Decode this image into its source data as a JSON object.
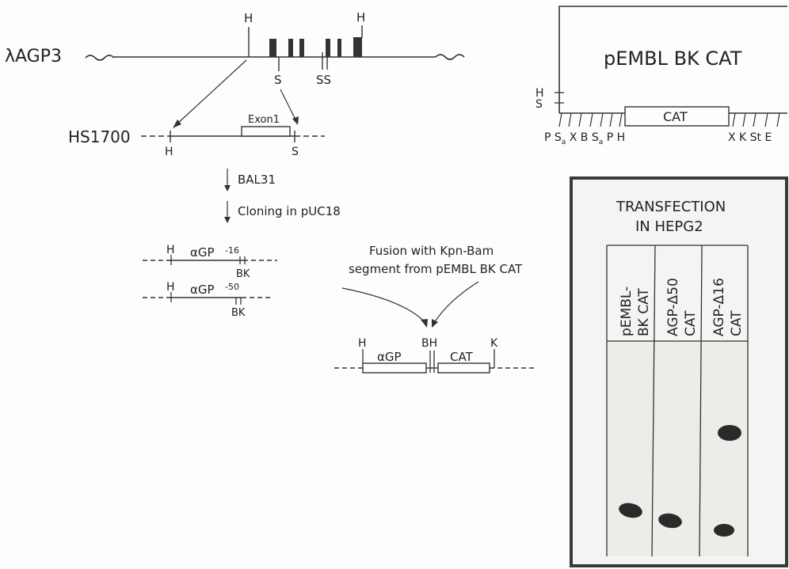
{
  "clone": {
    "name": "λAGP3",
    "site_labels": [
      "H",
      "H",
      "S",
      "SS"
    ]
  },
  "fragment": {
    "name": "HS1700",
    "exon_label": "Exon1",
    "left_site": "H",
    "right_site": "S"
  },
  "steps": {
    "step1": "BAL31",
    "step2": "Cloning in pUC18"
  },
  "deletions": [
    {
      "site": "H",
      "label": "αGP",
      "number": "-16",
      "sites": "BK"
    },
    {
      "site": "H",
      "label": "αGP",
      "number": "-50",
      "sites": "BK"
    }
  ],
  "fusion": {
    "line1": "Fusion with Kpn-Bam",
    "line2": "segment from pEMBL BK CAT"
  },
  "construct": {
    "site_h": "H",
    "gene": "αGP",
    "site_bh": "BH",
    "reporter": "CAT",
    "site_k": "K"
  },
  "plasmid": {
    "name": "pEMBL BK CAT",
    "cat": "CAT",
    "side_sites": [
      "H",
      "S"
    ],
    "left_sites": "P S",
    "sub_a1": "a",
    "left_sites2": " X B S",
    "sub_a2": "a",
    "left_sites3": " P H",
    "right_sites": "X K St E"
  },
  "gel": {
    "title_line1": "TRANSFECTION",
    "title_line2": "IN HEPG2",
    "lanes": [
      {
        "line1": "pEMBL-",
        "line2": "BK CAT"
      },
      {
        "line1": "AGP-Δ50",
        "line2": "CAT"
      },
      {
        "line1": "AGP-Δ16",
        "line2": "CAT"
      }
    ],
    "spot_colors": {
      "spot": "#2a2a2a",
      "gel": "#efefec",
      "frame": "#3a3a3a"
    }
  }
}
